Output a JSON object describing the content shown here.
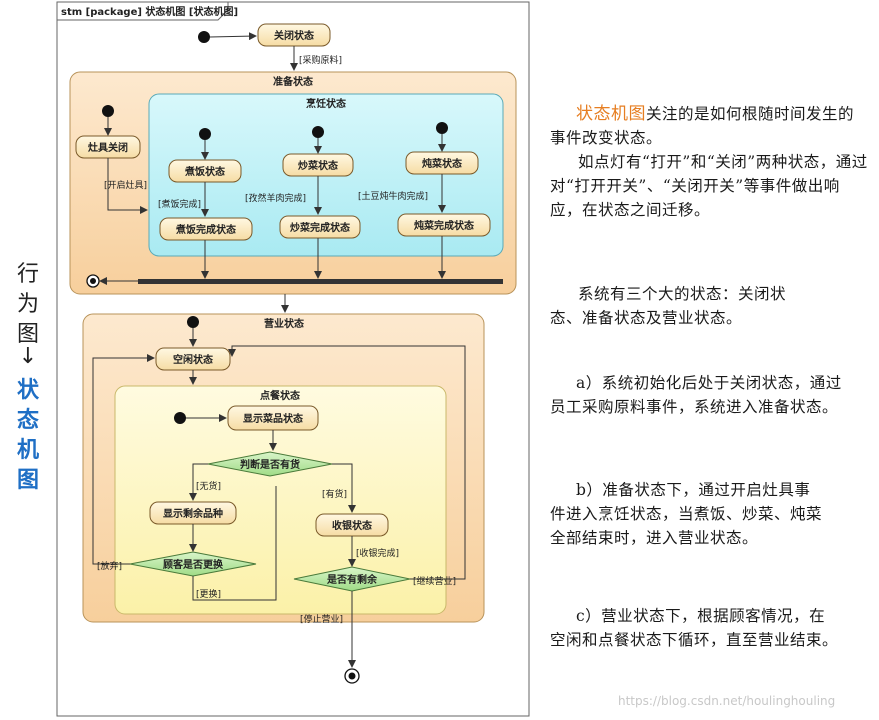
{
  "frame": {
    "title": "stm [package] 状态机图 [状态机图]"
  },
  "side_title": {
    "normal": [
      "行",
      "为",
      "图",
      "↓"
    ],
    "bold": [
      "状",
      "态",
      "机",
      "图"
    ]
  },
  "states": {
    "closed": "关闭状态",
    "prepare": "准备状态",
    "cooking": "烹饪状态",
    "stove_off": "灶具关闭",
    "rice": "煮饭状态",
    "stir": "炒菜状态",
    "stew": "炖菜状态",
    "rice_done": "煮饭完成状态",
    "stir_done": "炒菜完成状态",
    "stew_done": "炖菜完成状态",
    "business": "营业状态",
    "idle": "空闲状态",
    "ordering": "点餐状态",
    "show_dish": "显示菜品状态",
    "check_stock": "判断是否有货",
    "show_remaining": "显示剩余品种",
    "cashier": "收银状态",
    "customer_change": "顾客是否更换",
    "has_remaining": "是否有剩余"
  },
  "transitions": {
    "buy_materials": "[采购原料]",
    "open_stove": "[开启灶具]",
    "rice_done": "[煮饭完成]",
    "stir_done": "[孜然羊肉完成]",
    "stew_done": "[土豆炖牛肉完成]",
    "no_stock": "[无货]",
    "in_stock": "[有货]",
    "give_up": "[放弃]",
    "change": "[更换]",
    "cashier_done": "[收银完成]",
    "continue_business": "[继续营业]",
    "stop_business": "[停止营业]"
  },
  "notes": {
    "p1_accent": "状态机图",
    "p1_rest": "关注的是如何根随时间发生的事件改变状态。",
    "p2": "如点灯有“打开”和“关闭”两种状态，通过对“打开开关”、“关闭开关”等事件做出响应，在状态之间迁移。",
    "p3": "系统有三个大的状态：关闭状态、准备状态及营业状态。",
    "p4": "a）系统初始化后处于关闭状态，通过员工采购原料事件，系统进入准备状态。",
    "p5": "b）准备状态下，通过开启灶具事件进入烹饪状态，当煮饭、炒菜、炖菜全部结束时，进入营业状态。",
    "p6": "c）营业状态下，根据顾客情况，在空闲和点餐状态下循环，直至营业结束。"
  },
  "watermark": "https://blog.csdn.net/houlinghouling",
  "colors": {
    "outer_state_fill": "#fbe3c4",
    "cooking_fill": "#c8f3f7",
    "ordering_fill": "#fdf8c6",
    "state_fill": "#fdf0c8",
    "state_stroke": "#7a5a2a",
    "accent": "#e67e22",
    "side_bold": "#1f6fc5"
  }
}
